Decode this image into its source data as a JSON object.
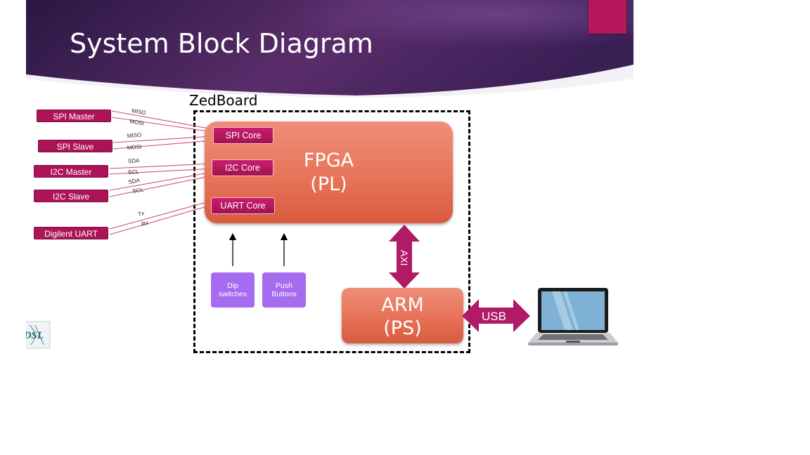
{
  "slide": {
    "title": "System Block Diagram",
    "colors": {
      "header_dark": "#2a1743",
      "header_mid": "#5a2d6a",
      "accent": "#b5165d",
      "block_orange": "#e8745a",
      "purple_block": "#a66bef"
    }
  },
  "board": {
    "label": "ZedBoard"
  },
  "external_devices": [
    {
      "label": "SPI Master"
    },
    {
      "label": "SPI Slave"
    },
    {
      "label": "I2C Master"
    },
    {
      "label": "I2C Slave"
    },
    {
      "label": "Digilent UART"
    }
  ],
  "signals": [
    "MISO",
    "MOSI",
    "MISO",
    "MOSI",
    "SDA",
    "SCL",
    "SDA",
    "SCL",
    "Tx",
    "Rx"
  ],
  "fpga": {
    "line1": "FPGA",
    "line2": "(PL)"
  },
  "cores": [
    {
      "label": "SPI Core"
    },
    {
      "label": "I2C Core"
    },
    {
      "label": "UART Core"
    }
  ],
  "inputs": [
    {
      "label": "Dip switches"
    },
    {
      "label": "Push Buttons"
    }
  ],
  "arm": {
    "line1": "ARM",
    "line2": "(PS)"
  },
  "axi": {
    "label": "AXI"
  },
  "usb": {
    "label": "USB"
  },
  "icons": {
    "computer": "laptop-icon",
    "logo": "hs-dsl-logo"
  },
  "logo": {
    "text": "HS DSL"
  }
}
